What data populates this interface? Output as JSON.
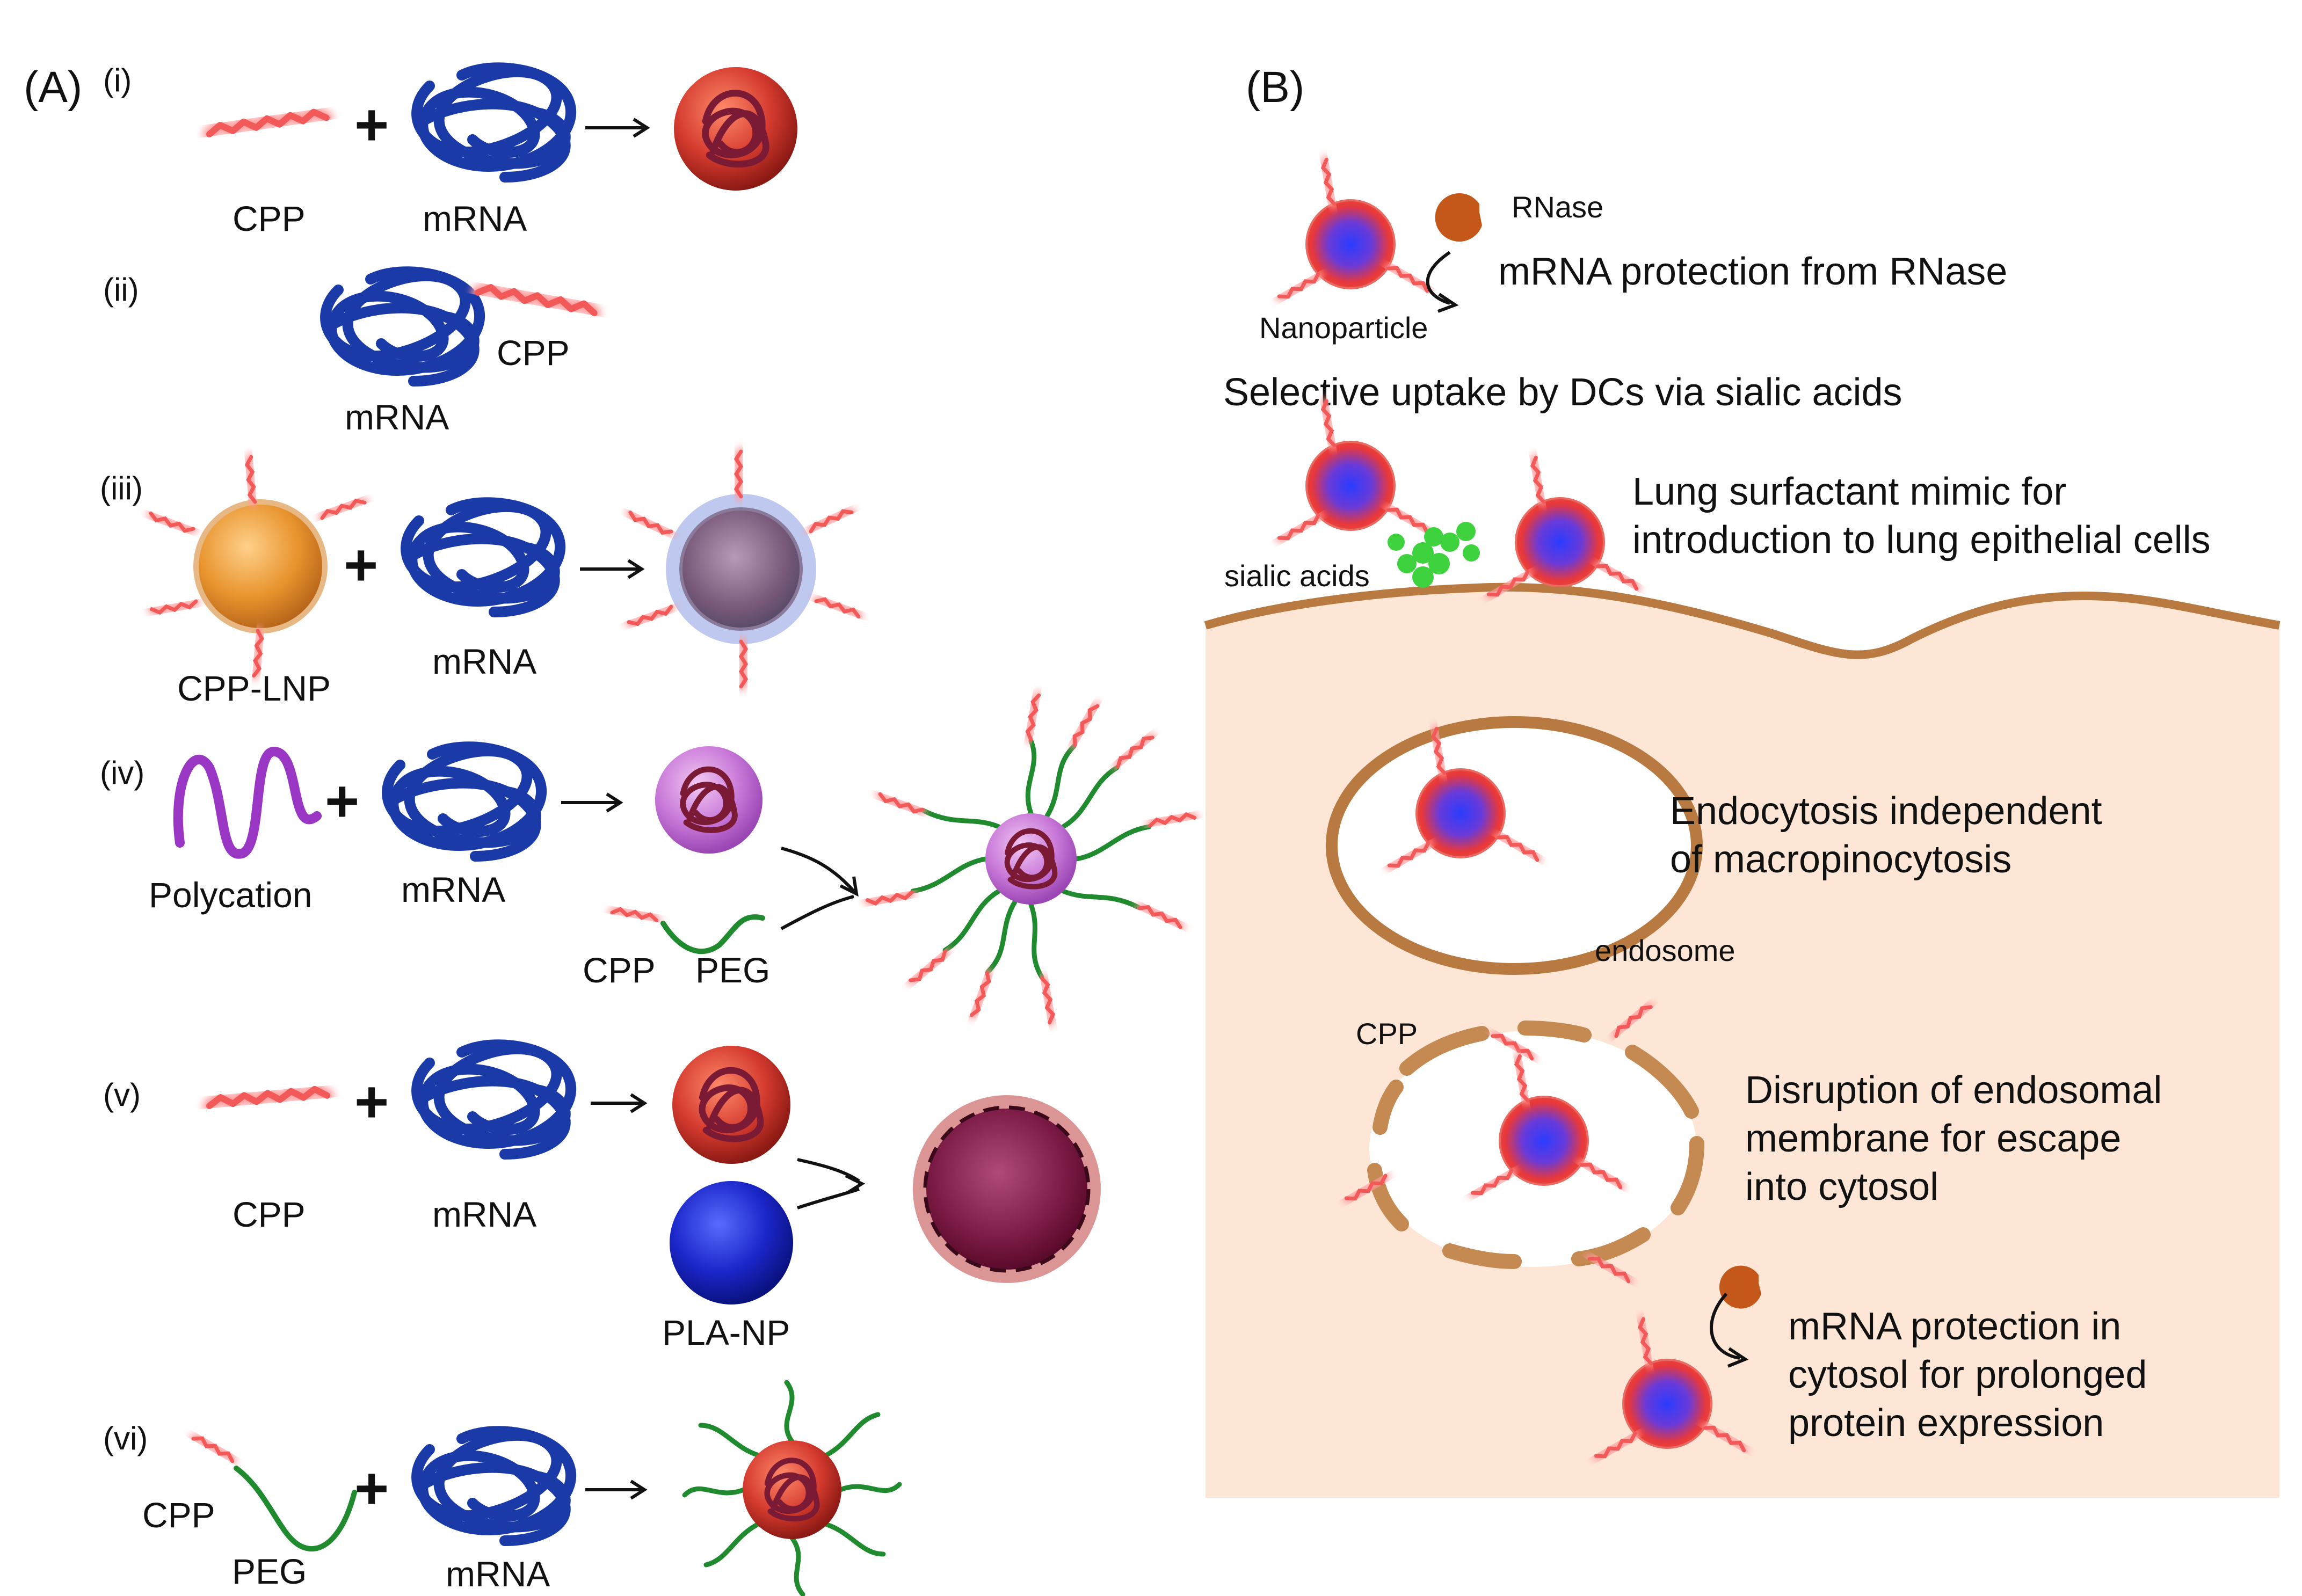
{
  "panel_a": {
    "label": "(A)",
    "rows": [
      {
        "index": "(i)",
        "components": [
          "CPP",
          "mRNA"
        ]
      },
      {
        "index": "(ii)",
        "components": [
          "CPP",
          "mRNA"
        ]
      },
      {
        "index": "(iii)",
        "components": [
          "CPP-LNP",
          "mRNA"
        ]
      },
      {
        "index": "(iv)",
        "components": [
          "Polycation",
          "mRNA",
          "CPP",
          "PEG"
        ]
      },
      {
        "index": "(v)",
        "components": [
          "CPP",
          "mRNA",
          "PLA-NP"
        ]
      },
      {
        "index": "(vi)",
        "components": [
          "CPP",
          "PEG",
          "mRNA"
        ]
      }
    ]
  },
  "panel_b": {
    "label": "(B)",
    "rnase_label": "RNase",
    "nanoparticle_label": "Nanoparticle",
    "protection_text": "mRNA protection from RNase",
    "uptake_text": "Selective uptake by DCs via sialic acids",
    "sialic_label": "sialic acids",
    "lung_text": [
      "Lung surfactant mimic for",
      "introduction to lung epithelial cells"
    ],
    "endocytosis_text": [
      "Endocytosis independent",
      "of macropinocytosis"
    ],
    "endosome_label": "endosome",
    "cpp_label": "CPP",
    "disruption_text": [
      "Disruption of endosomal",
      "membrane for escape",
      "into cytosol"
    ],
    "cytosol_text": [
      "mRNA protection in",
      "cytosol for prolonged",
      "protein expression"
    ]
  },
  "colors": {
    "cpp": "#f25a5a",
    "mrna": "#1a3aa8",
    "peg": "#1f8a2e",
    "polycation": "#9a36c4",
    "cell": "#fde6d6",
    "membrane": "#b87a40",
    "sialic": "#3fd23f"
  }
}
